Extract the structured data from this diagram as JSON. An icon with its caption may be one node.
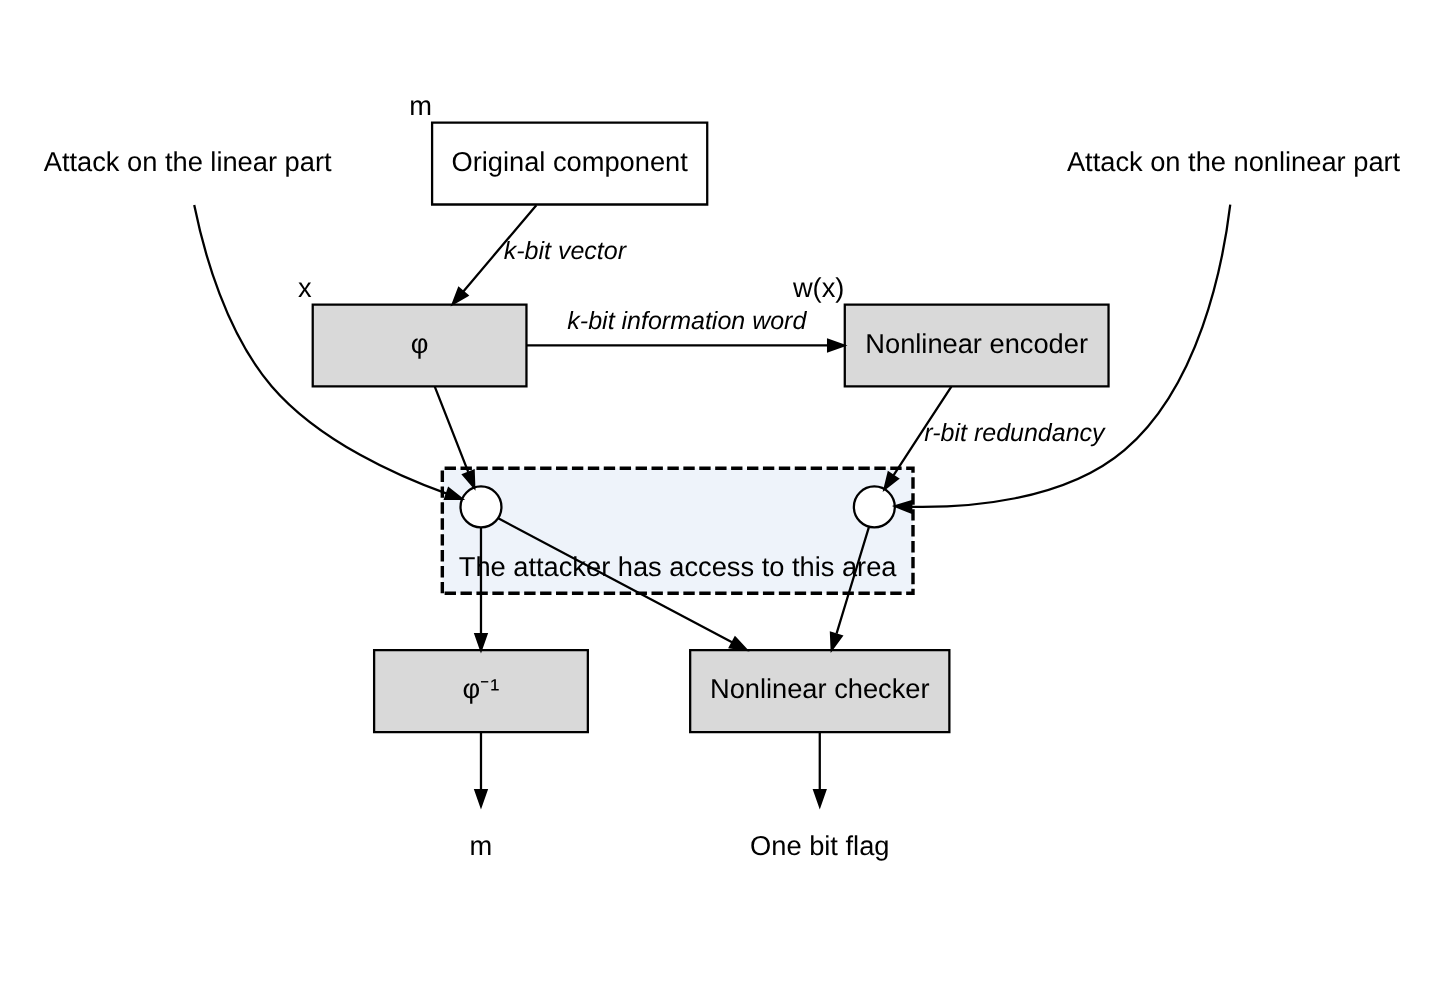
{
  "diagram": {
    "nodes": [
      {
        "text": [
          "Original component"
        ],
        "beside": [
          "m"
        ]
      },
      {
        "text": [
          "φ"
        ],
        "beside": [
          "x"
        ]
      },
      {
        "text": [
          "Nonlinear encoder"
        ],
        "beside": [
          "w(x)"
        ]
      },
      {
        "text": [
          "The attacker has access to this area"
        ]
      },
      {
        "text": [],
        "shape": "circle",
        "in": 3
      },
      {
        "text": [],
        "shape": "circle",
        "in": 3
      },
      {
        "text": [
          "φ⁻¹"
        ]
      },
      {
        "text": [
          "Nonlinear checker"
        ]
      },
      {
        "text": [
          "Attack on the linear part"
        ]
      },
      {
        "text": [
          "Attack on the nonlinear part"
        ]
      },
      {
        "text": [
          "m"
        ]
      },
      {
        "text": [
          "One bit flag"
        ]
      }
    ],
    "edges": [
      {
        "from": 0,
        "to": 1,
        "arrow": "to",
        "label": "k-bit vector"
      },
      {
        "from": 1,
        "to": 2,
        "arrow": "to",
        "label": "k-bit information word"
      },
      {
        "from": 1,
        "to": 4,
        "arrow": "to"
      },
      {
        "from": 2,
        "to": 5,
        "arrow": "to",
        "label": "r-bit redundancy"
      },
      {
        "from": 8,
        "to": 4,
        "arrow": "to"
      },
      {
        "from": 9,
        "to": 5,
        "arrow": "to"
      },
      {
        "from": 4,
        "to": 6,
        "arrow": "to"
      },
      {
        "from": 4,
        "to": 7,
        "arrow": "to"
      },
      {
        "from": 5,
        "to": 7,
        "arrow": "to"
      },
      {
        "from": 6,
        "to": 10,
        "arrow": "to"
      },
      {
        "from": 7,
        "to": 11,
        "arrow": "to"
      }
    ]
  }
}
